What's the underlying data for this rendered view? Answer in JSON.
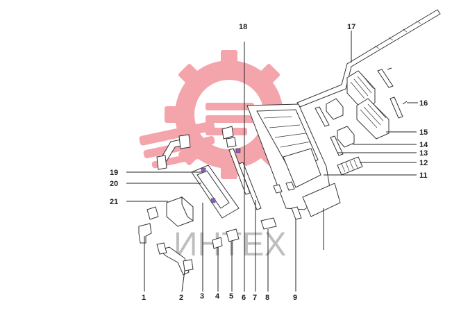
{
  "diagram": {
    "watermark_text": "ИНТЕХ",
    "watermark_color": "#e52a3a",
    "callouts": [
      {
        "id": "c1",
        "label": "1"
      },
      {
        "id": "c2",
        "label": "2"
      },
      {
        "id": "c3",
        "label": "3"
      },
      {
        "id": "c4",
        "label": "4"
      },
      {
        "id": "c5",
        "label": "5"
      },
      {
        "id": "c6",
        "label": "6"
      },
      {
        "id": "c7",
        "label": "7"
      },
      {
        "id": "c8",
        "label": "8"
      },
      {
        "id": "c9",
        "label": "9"
      },
      {
        "id": "c11",
        "label": "11"
      },
      {
        "id": "c12",
        "label": "12"
      },
      {
        "id": "c13",
        "label": "13"
      },
      {
        "id": "c14",
        "label": "14"
      },
      {
        "id": "c15",
        "label": "15"
      },
      {
        "id": "c16",
        "label": "16"
      },
      {
        "id": "c17",
        "label": "17"
      },
      {
        "id": "c18",
        "label": "18"
      },
      {
        "id": "c19",
        "label": "19"
      },
      {
        "id": "c20",
        "label": "20"
      },
      {
        "id": "c21",
        "label": "21"
      }
    ]
  }
}
